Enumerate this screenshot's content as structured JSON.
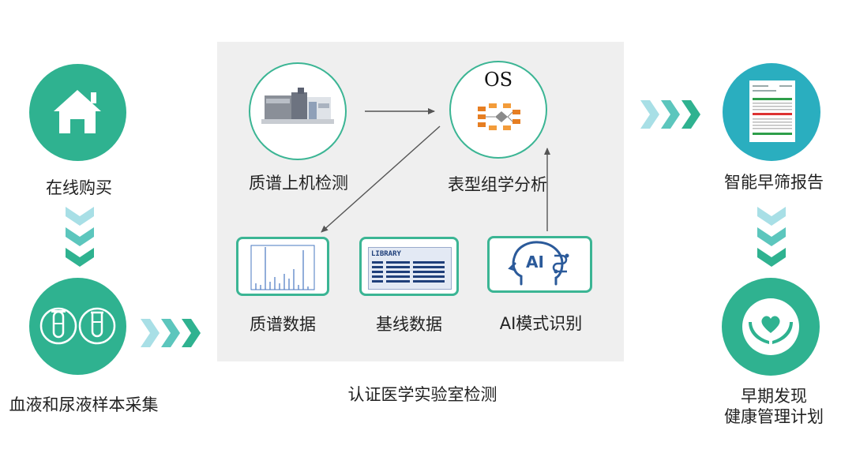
{
  "steps": {
    "online_purchase": "在线购买",
    "sample_collection": "血液和尿液样本采集",
    "lab_label": "认证医学实验室检测",
    "ms_detection": "质谱上机检测",
    "phenotype_analysis": "表型组学分析",
    "ms_data": "质谱数据",
    "baseline_data": "基线数据",
    "ai_recognition": "AI模式识别",
    "smart_report": "智能早筛报告",
    "early_detection_line1": "早期发现",
    "early_detection_line2": "健康管理计划"
  },
  "icons": {
    "os": "OS",
    "library": "LIBRARY",
    "ai": "AI"
  },
  "colors": {
    "green": "#2fb290",
    "teal": "#2aaebf",
    "panel": "#efefef",
    "chevron_light": "#a8dfe6",
    "chevron_mid": "#5cc6bd",
    "chevron_dark": "#2fb290"
  }
}
